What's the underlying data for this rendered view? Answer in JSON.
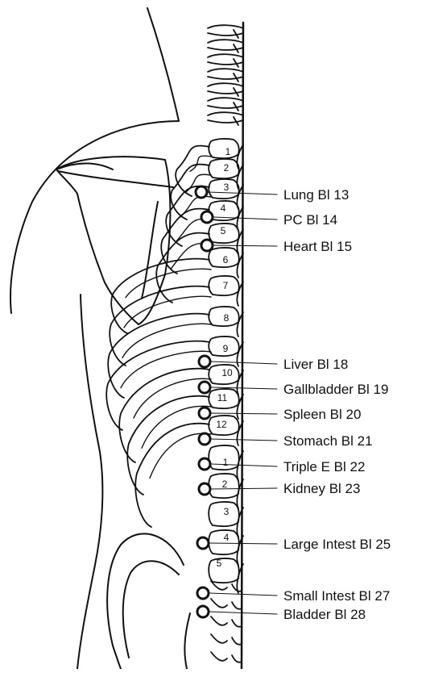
{
  "colors": {
    "ink": "#111111",
    "background": "#ffffff"
  },
  "icons": [
    "acupoint-circle-icon"
  ],
  "thoracic_numbers": [
    "1",
    "2",
    "3",
    "4",
    "5",
    "6",
    "7",
    "8",
    "9",
    "10",
    "11",
    "12"
  ],
  "lumbar_numbers": [
    "1",
    "2",
    "3",
    "4",
    "5"
  ],
  "points": [
    {
      "label": "Lung Bl 13"
    },
    {
      "label": "PC Bl 14"
    },
    {
      "label": "Heart Bl 15"
    },
    {
      "label": "Liver Bl 18"
    },
    {
      "label": "Gallbladder Bl 19"
    },
    {
      "label": "Spleen Bl 20"
    },
    {
      "label": "Stomach Bl 21"
    },
    {
      "label": "Triple E Bl 22"
    },
    {
      "label": "Kidney Bl 23"
    },
    {
      "label": "Large Intest Bl 25"
    },
    {
      "label": "Small Intest Bl 27"
    },
    {
      "label": "Bladder Bl 28"
    }
  ]
}
